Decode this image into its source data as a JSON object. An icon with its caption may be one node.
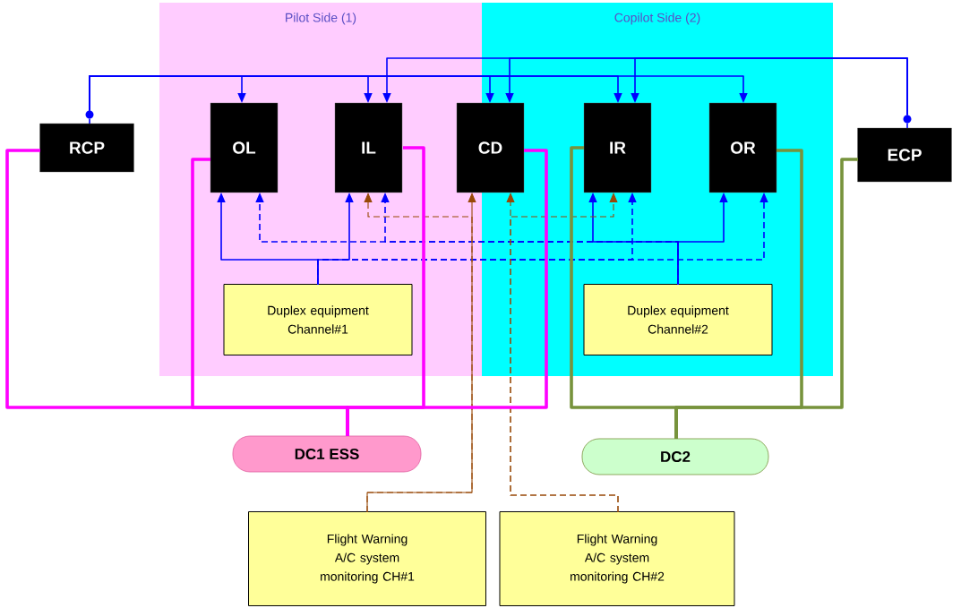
{
  "diagram": {
    "nodes": [
      {
        "text": [
          "Pilot Side (1)"
        ]
      },
      {
        "text": [
          "Copilot Side (2)"
        ]
      },
      {
        "text": [
          "RCP"
        ]
      },
      {
        "text": [
          "OL"
        ],
        "in": 0
      },
      {
        "text": [
          "IL"
        ],
        "in": 0
      },
      {
        "text": [
          "CD"
        ]
      },
      {
        "text": [
          "IR"
        ],
        "in": 1
      },
      {
        "text": [
          "OR"
        ],
        "in": 1
      },
      {
        "text": [
          "ECP"
        ]
      },
      {
        "text": [
          "Duplex equipment Channel#1"
        ],
        "in": 0
      },
      {
        "text": [
          "Duplex equipment Channel#2"
        ],
        "in": 1
      },
      {
        "text": [
          "DC1 ESS"
        ]
      },
      {
        "text": [
          "DC2"
        ]
      },
      {
        "text": [
          "Flight Warning A/C system monitoring CH#1"
        ]
      },
      {
        "text": [
          "Flight Warning A/C system monitoring CH#2"
        ]
      },
      {
        "text": [],
        "shape": "circle"
      },
      {
        "text": [],
        "shape": "circle"
      }
    ],
    "edges": [
      {
        "from": 15,
        "to": 3,
        "arrow": "to"
      },
      {
        "from": 15,
        "to": 4,
        "arrow": "to"
      },
      {
        "from": 15,
        "to": 5,
        "arrow": "to"
      },
      {
        "from": 15,
        "to": 6,
        "arrow": "to"
      },
      {
        "from": 15,
        "to": 7,
        "arrow": "to"
      },
      {
        "from": 16,
        "to": 4,
        "arrow": "to"
      },
      {
        "from": 16,
        "to": 5,
        "arrow": "to"
      },
      {
        "from": 16,
        "to": 6,
        "arrow": "to"
      },
      {
        "from": 9,
        "to": 3,
        "arrow": "to"
      },
      {
        "from": 9,
        "to": 4,
        "arrow": "to"
      },
      {
        "from": 9,
        "to": 6,
        "arrow": "to",
        "style": "dashed"
      },
      {
        "from": 9,
        "to": 7,
        "arrow": "to",
        "style": "dashed"
      },
      {
        "from": 10,
        "to": 6,
        "arrow": "to"
      },
      {
        "from": 10,
        "to": 7,
        "arrow": "to"
      },
      {
        "from": 10,
        "to": 3,
        "arrow": "to",
        "style": "dashed"
      },
      {
        "from": 10,
        "to": 4,
        "arrow": "to",
        "style": "dashed"
      },
      {
        "from": 13,
        "to": 5,
        "arrow": "to",
        "color": "#984807"
      },
      {
        "from": 13,
        "to": 4,
        "arrow": "to",
        "style": "dashed",
        "color": "#984807"
      },
      {
        "from": 14,
        "to": 5,
        "arrow": "to",
        "style": "dashed",
        "color": "#984807"
      },
      {
        "from": 14,
        "to": 6,
        "arrow": "to",
        "style": "dashed",
        "color": "#984807"
      },
      {
        "from": 11,
        "to": 2,
        "arrow": "none",
        "style": "thick",
        "color": "#ff00ff"
      },
      {
        "from": 11,
        "to": 3,
        "arrow": "none",
        "style": "thick",
        "color": "#ff00ff"
      },
      {
        "from": 11,
        "to": 4,
        "arrow": "none",
        "style": "thick",
        "color": "#ff00ff"
      },
      {
        "from": 11,
        "to": 5,
        "arrow": "none",
        "style": "thick",
        "color": "#ff00ff"
      },
      {
        "from": 12,
        "to": 6,
        "arrow": "none",
        "style": "thick",
        "color": "#77933c"
      },
      {
        "from": 12,
        "to": 7,
        "arrow": "none",
        "style": "thick",
        "color": "#77933c"
      },
      {
        "from": 12,
        "to": 8,
        "arrow": "none",
        "style": "thick",
        "color": "#77933c"
      },
      {
        "from": 2,
        "to": 15,
        "arrow": "none"
      },
      {
        "from": 8,
        "to": 16,
        "arrow": "none"
      }
    ]
  }
}
